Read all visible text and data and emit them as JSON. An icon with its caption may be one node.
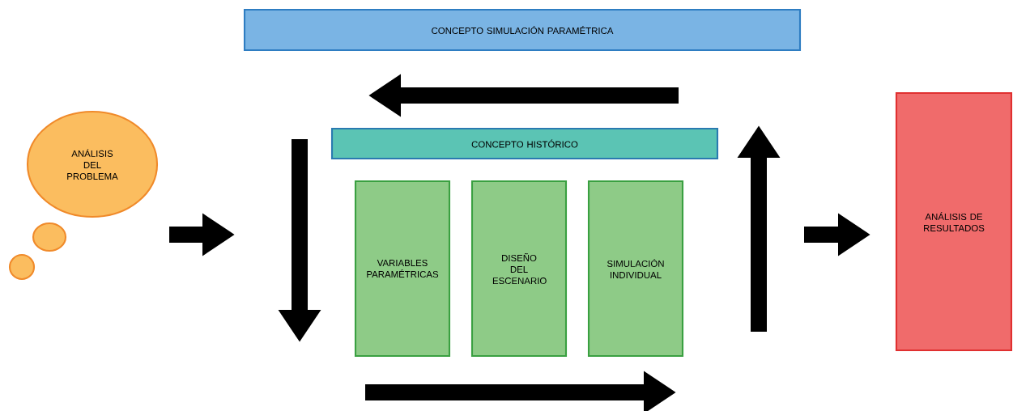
{
  "diagram": {
    "nodes": [
      {
        "text": [
          "ANÁLISIS DEL PROBLEMA"
        ]
      },
      {
        "text": [
          "CONCEPTO SIMULACIÓN PARAMÉTRICA"
        ]
      },
      {
        "text": [
          "CONCEPTO HISTÓRICO"
        ]
      },
      {
        "text": [
          "VARIABLES PARAMÉTRICAS"
        ]
      },
      {
        "text": [
          "DISEÑO DEL ESCENARIO"
        ]
      },
      {
        "text": [
          "SIMULACIÓN INDIVIDUAL"
        ]
      },
      {
        "text": [
          "ANÁLISIS DE RESULTADOS"
        ]
      }
    ]
  }
}
